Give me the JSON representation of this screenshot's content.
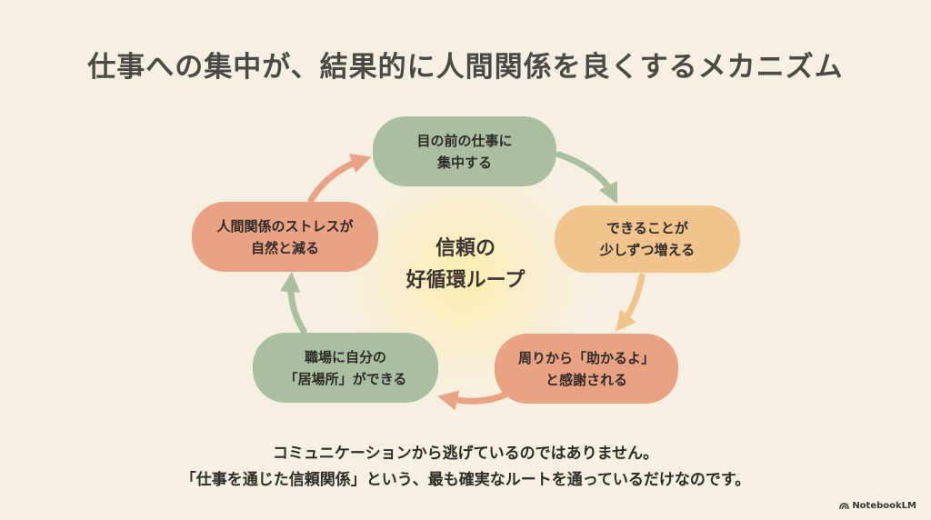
{
  "title": "仕事への集中が、結果的に人間関係を良くするメカニズム",
  "center": {
    "line1": "信頼の",
    "line2": "好循環ループ"
  },
  "cycle": [
    {
      "line1": "目の前の仕事に",
      "line2": "集中する",
      "color": "#a9bf9f"
    },
    {
      "line1": "できることが",
      "line2": "少しずつ増える",
      "color": "#f1c48d"
    },
    {
      "line1": "周りから「助かるよ」",
      "line2": "と感謝される",
      "color": "#e9a282"
    },
    {
      "line1": "職場に自分の",
      "line2": "「居場所」ができる",
      "color": "#a9bf9f"
    },
    {
      "line1": "人間関係のストレスが",
      "line2": "自然と減る",
      "color": "#e9a282"
    }
  ],
  "footer": {
    "line1": "コミュニケーションから逃げているのではありません。",
    "line2": "「仕事を通じた信頼関係」という、最も確実なルートを通っているだけなのです。"
  },
  "brand": "NotebookLM",
  "colors": {
    "background": "#f6f0e3",
    "green": "#a9bf9f",
    "orange": "#f1c48d",
    "salmon": "#e9a282"
  }
}
